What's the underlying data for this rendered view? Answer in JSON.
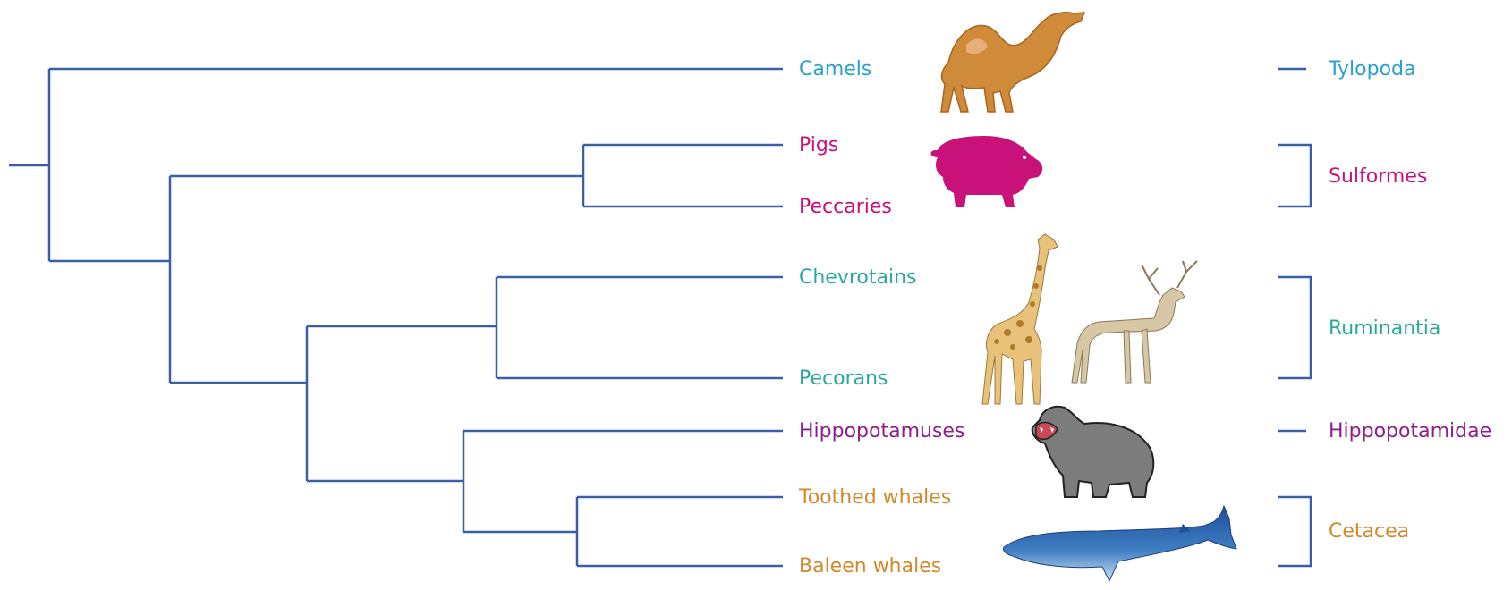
{
  "colors": {
    "tree_line": "#3a5fa8",
    "blue": "#2aa0cf",
    "magenta": "#c8127a",
    "teal": "#27a89b",
    "purple": "#8e1e8e",
    "orange": "#d2882b"
  },
  "taxa": [
    {
      "id": "camels",
      "label": "Camels",
      "color": "blue",
      "icon": "camel-icon"
    },
    {
      "id": "pigs",
      "label": "Pigs",
      "color": "magenta",
      "icon": "pig-icon"
    },
    {
      "id": "peccaries",
      "label": "Peccaries",
      "color": "magenta"
    },
    {
      "id": "chevrotains",
      "label": "Chevrotains",
      "color": "teal",
      "icon": "giraffe-icon"
    },
    {
      "id": "pecorans",
      "label": "Pecorans",
      "color": "teal",
      "icon": "deer-icon"
    },
    {
      "id": "hippos",
      "label": "Hippopotamuses",
      "color": "purple",
      "icon": "hippopotamus-icon"
    },
    {
      "id": "toothed",
      "label": "Toothed whales",
      "color": "orange"
    },
    {
      "id": "baleen",
      "label": "Baleen whales",
      "color": "orange",
      "icon": "whale-icon"
    }
  ],
  "groups": [
    {
      "id": "tylopoda",
      "label": "Tylopoda",
      "color": "blue",
      "members": [
        "camels"
      ]
    },
    {
      "id": "sulformes",
      "label": "Sulformes",
      "color": "magenta",
      "members": [
        "pigs",
        "peccaries"
      ]
    },
    {
      "id": "ruminantia",
      "label": "Ruminantia",
      "color": "teal",
      "members": [
        "chevrotains",
        "pecorans"
      ]
    },
    {
      "id": "hippopotamidae",
      "label": "Hippopotamidae",
      "color": "purple",
      "members": [
        "hippos"
      ]
    },
    {
      "id": "cetacea",
      "label": "Cetacea",
      "color": "orange",
      "members": [
        "toothed",
        "baleen"
      ]
    }
  ]
}
